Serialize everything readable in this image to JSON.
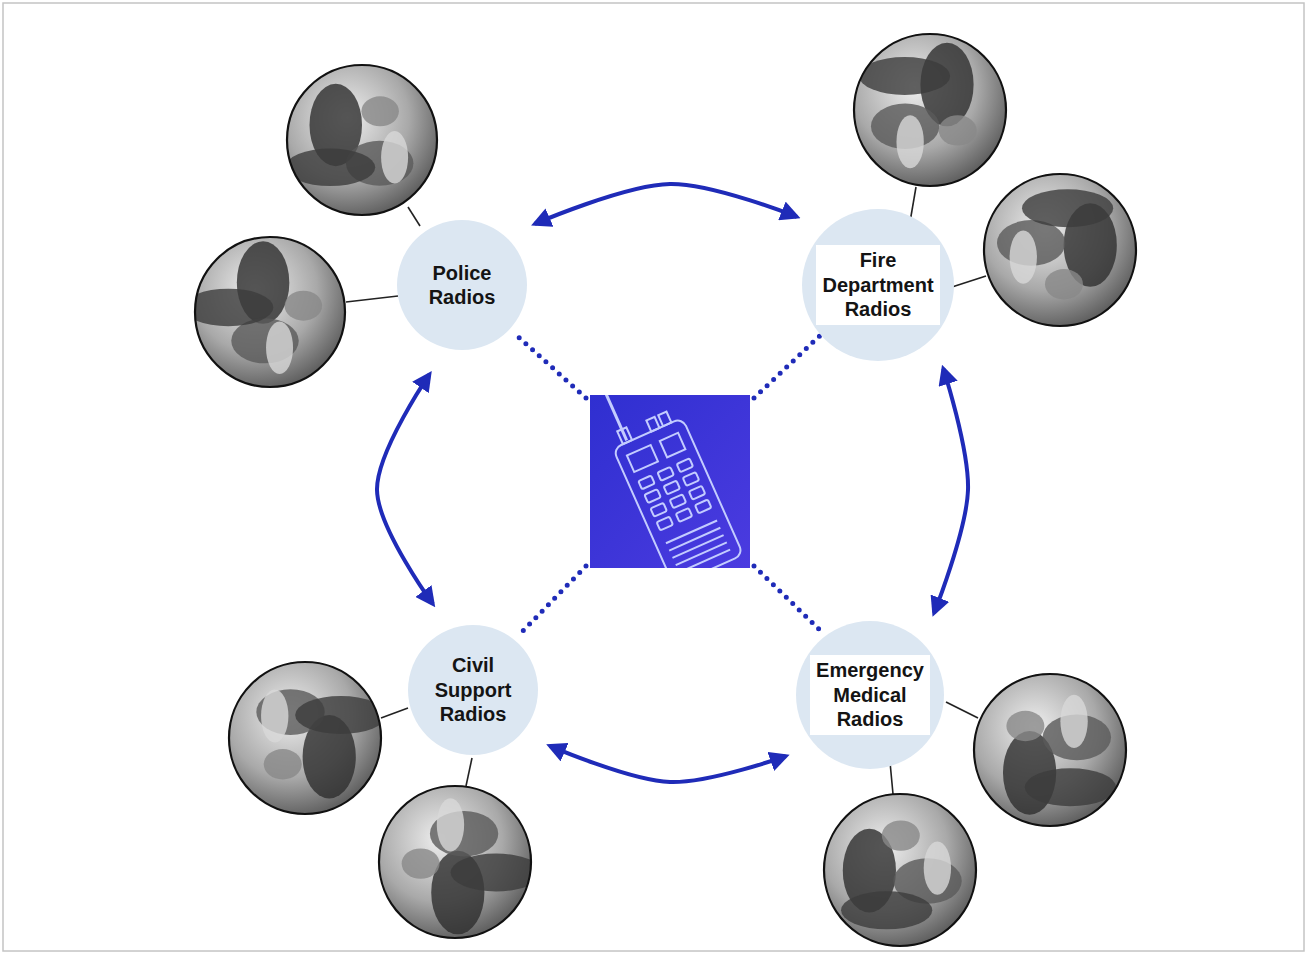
{
  "diagram": {
    "nodes": [
      {
        "text": [
          "Police Radios"
        ]
      },
      {
        "text": [
          "Fire Department Radios"
        ]
      },
      {
        "text": [
          "Civil Support Radios"
        ]
      },
      {
        "text": [
          "Emergency Medical Radios"
        ]
      }
    ],
    "edges": [
      {
        "from": 0,
        "to": 1,
        "arrow": "both"
      },
      {
        "from": 1,
        "to": 3,
        "arrow": "both"
      },
      {
        "from": 3,
        "to": 2,
        "arrow": "both"
      },
      {
        "from": 2,
        "to": 0,
        "arrow": "both"
      }
    ]
  }
}
